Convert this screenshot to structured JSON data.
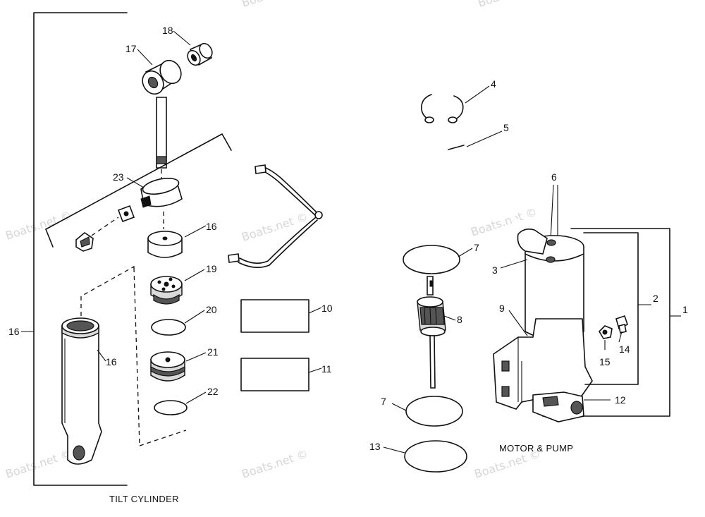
{
  "captions": {
    "tilt_cylinder": "TILT CYLINDER",
    "motor_pump": "MOTOR & PUMP"
  },
  "watermark": "Boats.net ©",
  "labels": {
    "p1": "1",
    "p2": "2",
    "p3": "3",
    "p4": "4",
    "p5": "5",
    "p6": "6",
    "p7a": "7",
    "p7b": "7",
    "p8": "8",
    "p9": "9",
    "p10": "10",
    "p11": "11",
    "p12": "12",
    "p13": "13",
    "p14": "14",
    "p15": "15",
    "p16a": "16",
    "p16b": "16",
    "p16c": "16",
    "p17": "17",
    "p18": "18",
    "p19": "19",
    "p20": "20",
    "p21": "21",
    "p22": "22",
    "p23": "23"
  }
}
